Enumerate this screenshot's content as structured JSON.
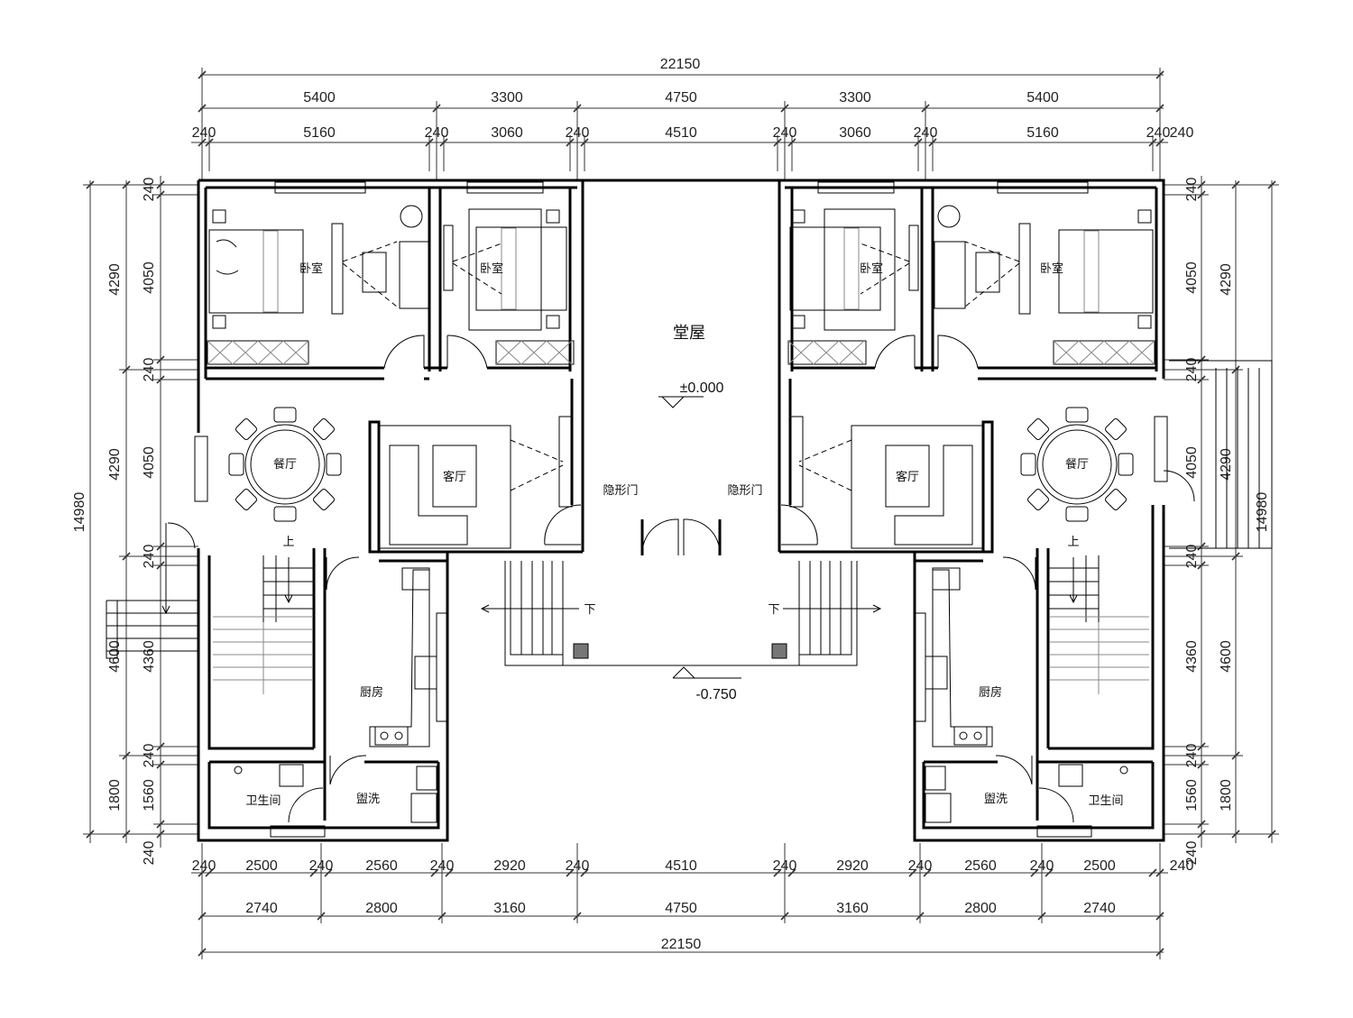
{
  "plan": {
    "top_dims": {
      "overall": "22150",
      "row2": [
        "5400",
        "3300",
        "4750",
        "3300",
        "5400"
      ],
      "row3": [
        "240",
        "5160",
        "240",
        "3060",
        "240",
        "4510",
        "240",
        "3060",
        "240",
        "5160",
        "240",
        "240"
      ]
    },
    "bottom_dims": {
      "row1": [
        "240",
        "2500",
        "240",
        "2560",
        "240",
        "2920",
        "240",
        "4510",
        "240",
        "2920",
        "240",
        "2560",
        "240",
        "2500",
        "240"
      ],
      "row2": [
        "2740",
        "2800",
        "3160",
        "4750",
        "3160",
        "2800",
        "2740"
      ],
      "overall": "22150"
    },
    "left_dims": {
      "inner": [
        "240",
        "4050",
        "240",
        "4050",
        "240",
        "4360",
        "240",
        "1560",
        "240"
      ],
      "mid": [
        "4290",
        "4290",
        "4600",
        "1800"
      ],
      "overall": "14980"
    },
    "right_dims": {
      "inner": [
        "240",
        "4050",
        "240",
        "4050",
        "240",
        "4360",
        "240",
        "1560",
        "240"
      ],
      "mid": [
        "4290",
        "4290",
        "4600",
        "1800"
      ],
      "overall": "14980"
    },
    "rooms": {
      "bedroom": "卧室",
      "hall": "堂屋",
      "dining": "餐厅",
      "living": "客厅",
      "hidden_door": "隐形门",
      "kitchen": "厨房",
      "wash": "盥洗",
      "toilet": "卫生间",
      "up": "上",
      "down": "下"
    },
    "levels": {
      "hall": "±0.000",
      "entry": "-0.750"
    }
  }
}
